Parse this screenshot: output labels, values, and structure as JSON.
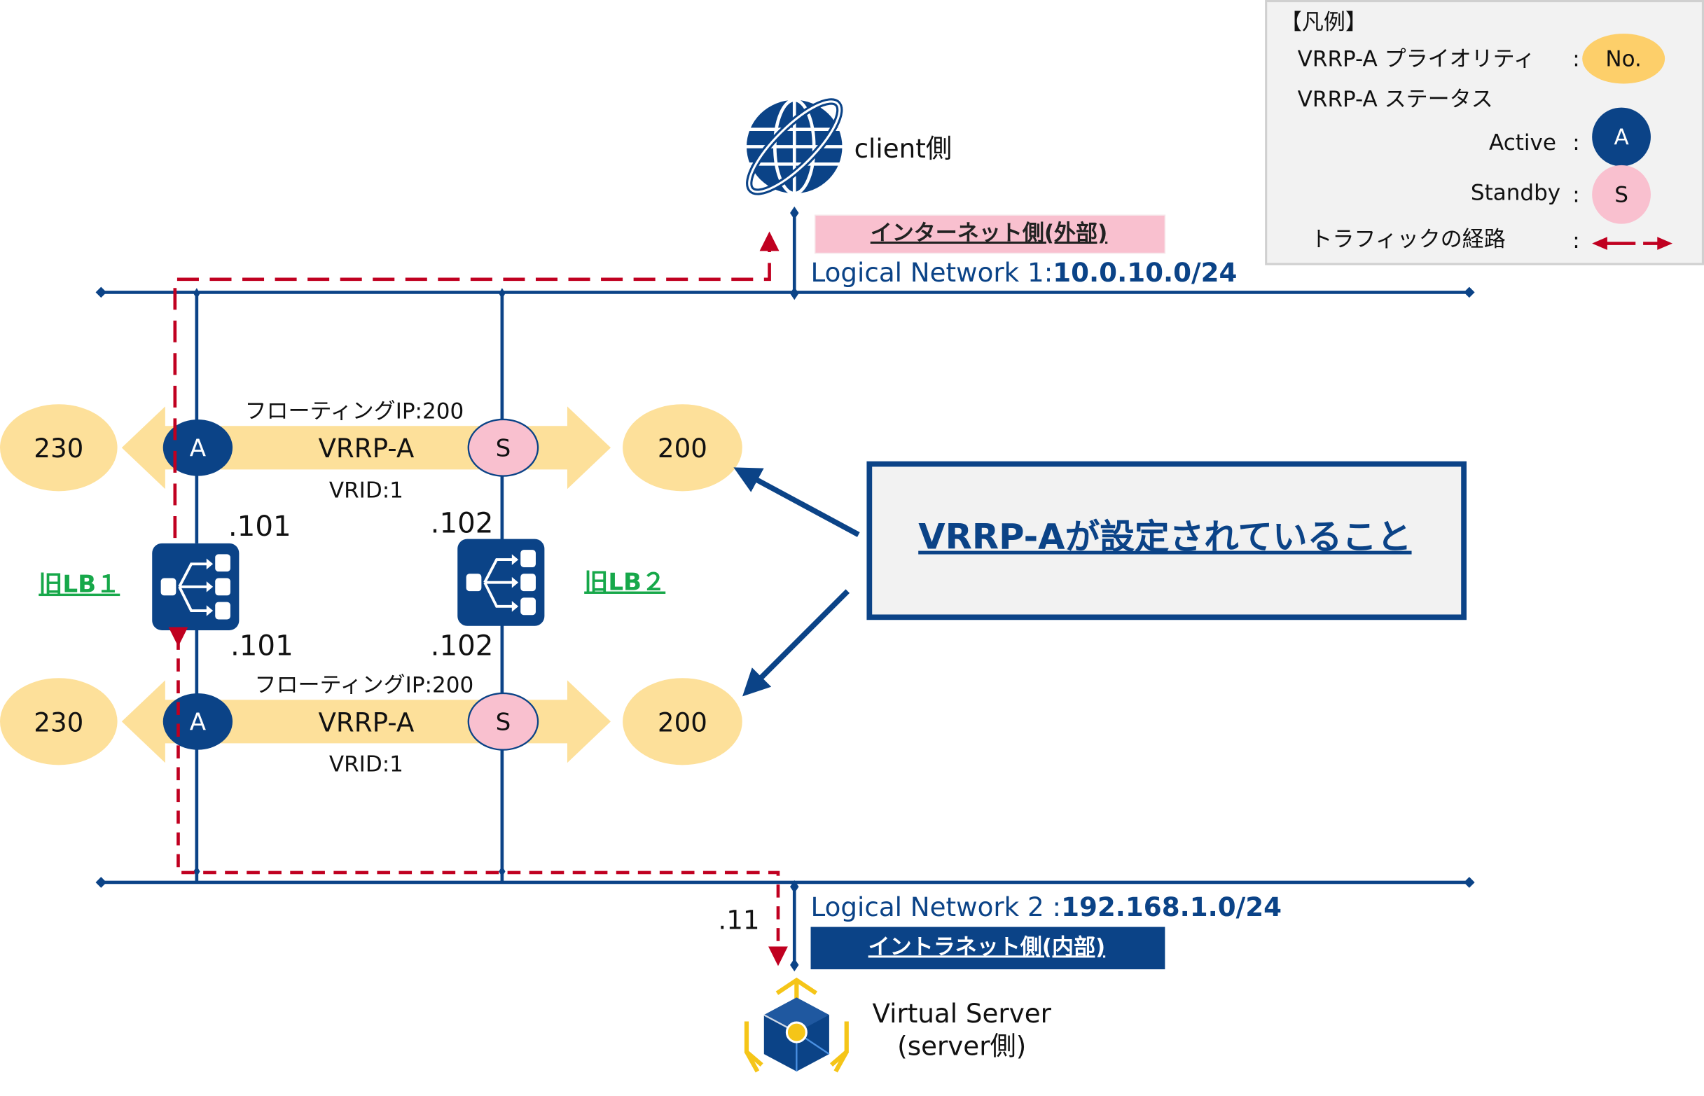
{
  "colors": {
    "network_line": "#0b4387",
    "active": "#0b4387",
    "standby": "#f9c0cf",
    "priority": "#fde09a",
    "traffic": "#c00020",
    "lb_label": "#17a84a",
    "internet_box": "#f9c0cf",
    "intranet_box": "#0b4387",
    "legend_bg": "#f2f2f2",
    "server_accent": "#f5c518"
  },
  "legend": {
    "title": "【凡例】",
    "priority_label": "VRRP-A プライオリティ",
    "priority_symbol": "No.",
    "status_label": "VRRP-A ステータス",
    "active_label": "Active",
    "active_symbol": "A",
    "standby_label": "Standby",
    "standby_symbol": "S",
    "traffic_label": "トラフィックの経路",
    "colon": ":"
  },
  "client": {
    "label": "client側",
    "icon": "globe-icon"
  },
  "network1": {
    "zone_label": "インターネット側(外部)",
    "name": "Logical Network 1:",
    "cidr": "10.0.10.0/24"
  },
  "network2": {
    "zone_label": "イントラネット側(内部)",
    "name": "Logical Network  2 :",
    "cidr": "192.168.1.0/24",
    "server_ip": ".11"
  },
  "server": {
    "line1": "Virtual Server",
    "line2": "(server側)",
    "icon": "virtual-server-icon"
  },
  "load_balancers": [
    {
      "label": "旧LB１",
      "ip_top": ".101",
      "ip_bottom": ".101",
      "icon": "load-balancer-icon"
    },
    {
      "label": "旧LB２",
      "ip_top": ".102",
      "ip_bottom": ".102",
      "icon": "load-balancer-icon"
    }
  ],
  "vrrp_groups": [
    {
      "floating_ip": "フローティングIP:200",
      "name": "VRRP-A",
      "vrid": "VRID:1",
      "left_priority": "230",
      "right_priority": "200",
      "left_status": "A",
      "right_status": "S"
    },
    {
      "floating_ip": "フローティングIP:200",
      "name": "VRRP-A",
      "vrid": "VRID:1",
      "left_priority": "230",
      "right_priority": "200",
      "left_status": "A",
      "right_status": "S"
    }
  ],
  "callout": {
    "text": "VRRP-Aが設定されていること"
  }
}
